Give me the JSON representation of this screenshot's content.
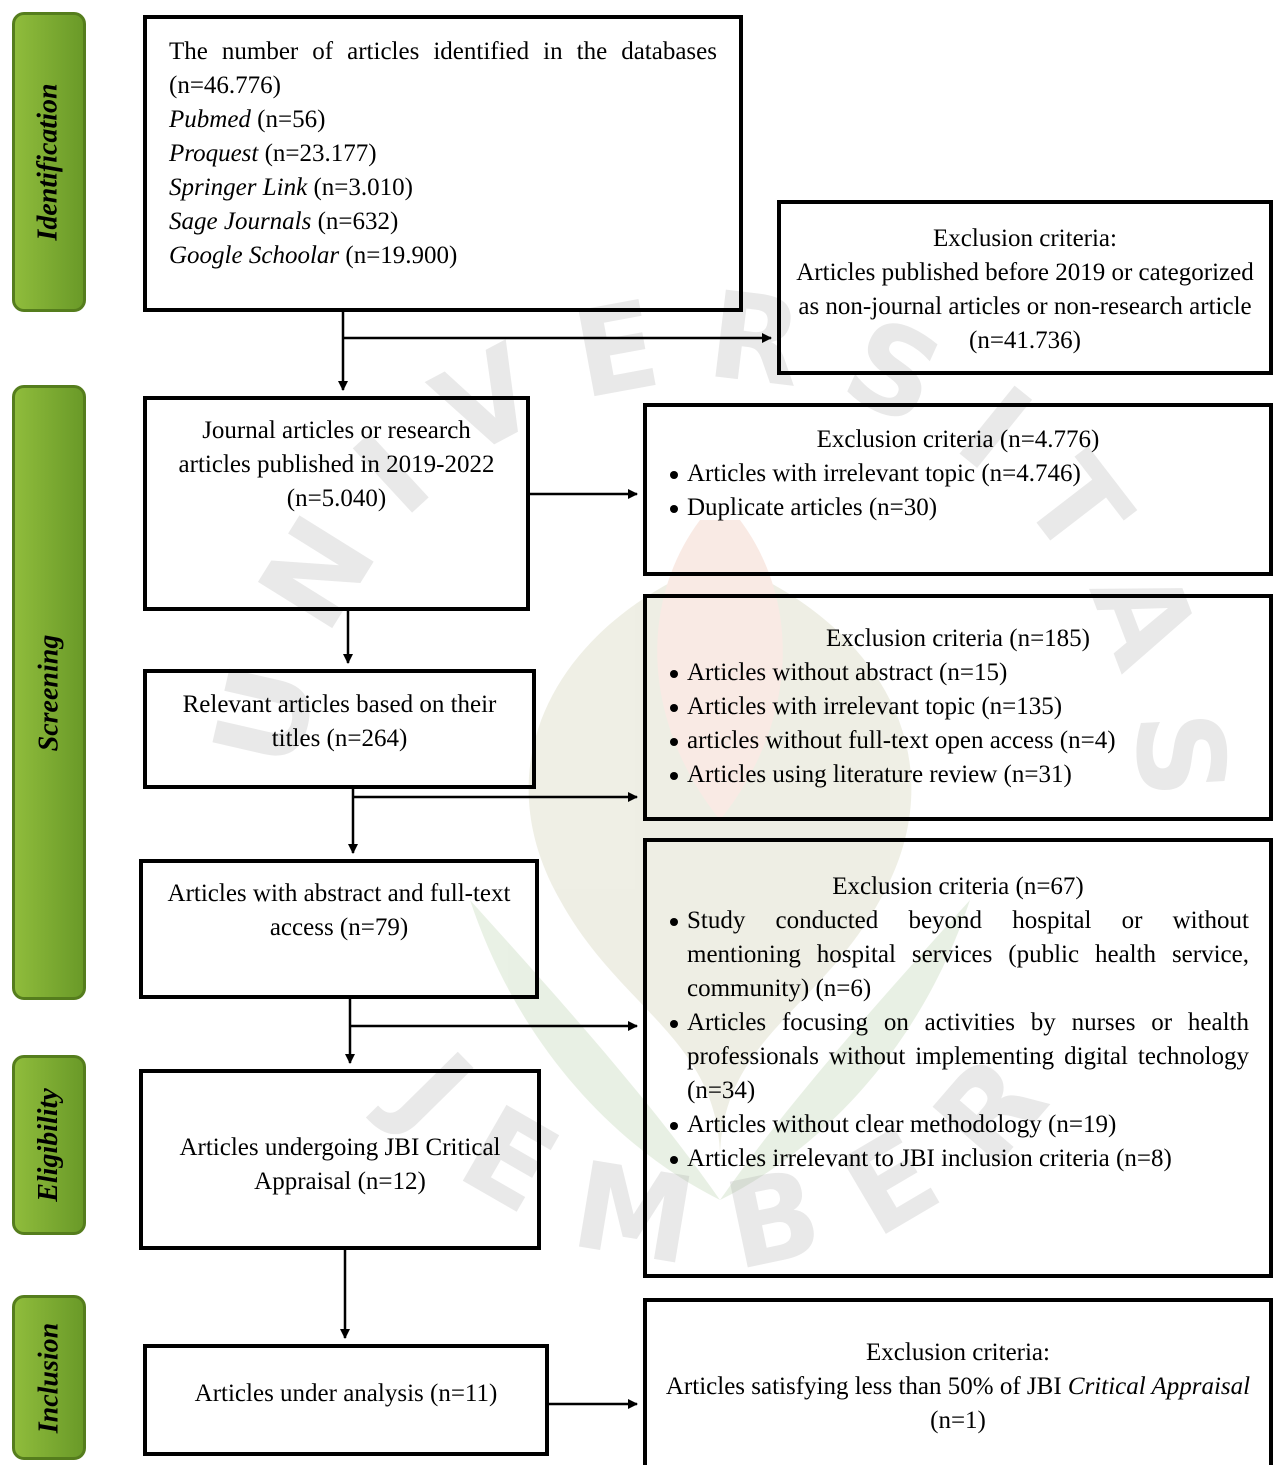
{
  "phases": {
    "identification": "Identification",
    "screening": "Screening",
    "eligibility": "Eligibility",
    "inclusion": "Inclusion"
  },
  "identified": {
    "line1": "The number of articles identified in the databases (n=46.776)",
    "sources": [
      {
        "name": "Pubmed",
        "count": " (n=56)"
      },
      {
        "name": "Proquest",
        "count": " (n=23.177)"
      },
      {
        "name": "Springer Link",
        "count": " (n=3.010)"
      },
      {
        "name": "Sage Journals",
        "count": " (n=632)"
      },
      {
        "name": "Google Schoolar",
        "count": " (n=19.900)"
      }
    ]
  },
  "exclusion1": {
    "title": "Exclusion criteria:",
    "text": "Articles published before 2019 or categorized as non-journal articles or non-research article (n=41.736)"
  },
  "journal": {
    "text": "Journal articles or research articles published in 2019-2022 (n=5.040)"
  },
  "exclusion2": {
    "title": "Exclusion criteria (n=4.776)",
    "items": [
      "Articles with irrelevant topic (n=4.746)",
      "Duplicate articles (n=30)"
    ]
  },
  "relevant": {
    "text": "Relevant articles based on their titles (n=264)"
  },
  "exclusion3": {
    "title": "Exclusion criteria (n=185)",
    "items": [
      "Articles without abstract (n=15)",
      "Articles with irrelevant topic (n=135)",
      "articles without full-text open access (n=4)",
      "Articles using literature review (n=31)"
    ]
  },
  "abstract": {
    "text": "Articles with abstract and full-text access (n=79)"
  },
  "exclusion4": {
    "title": "Exclusion criteria (n=67)",
    "items": [
      "Study conducted beyond hospital or without mentioning hospital services (public health service, community) (n=6)",
      "Articles focusing on activities by nurses or health professionals without implementing digital technology (n=34)",
      "Articles without clear methodology (n=19)",
      "Articles irrelevant to JBI inclusion criteria (n=8)"
    ]
  },
  "appraisal": {
    "text": "Articles undergoing JBI Critical Appraisal (n=12)"
  },
  "analysis": {
    "text": "Articles under analysis (n=11)"
  },
  "exclusion5": {
    "title": "Exclusion criteria:",
    "text_a": "Articles satisfying less than 50% of JBI ",
    "text_b": "Critical Appraisal",
    "text_c": " (n=1)"
  },
  "watermark": {
    "top": "UNIVERSITAS",
    "bottom": "JEMBER"
  }
}
